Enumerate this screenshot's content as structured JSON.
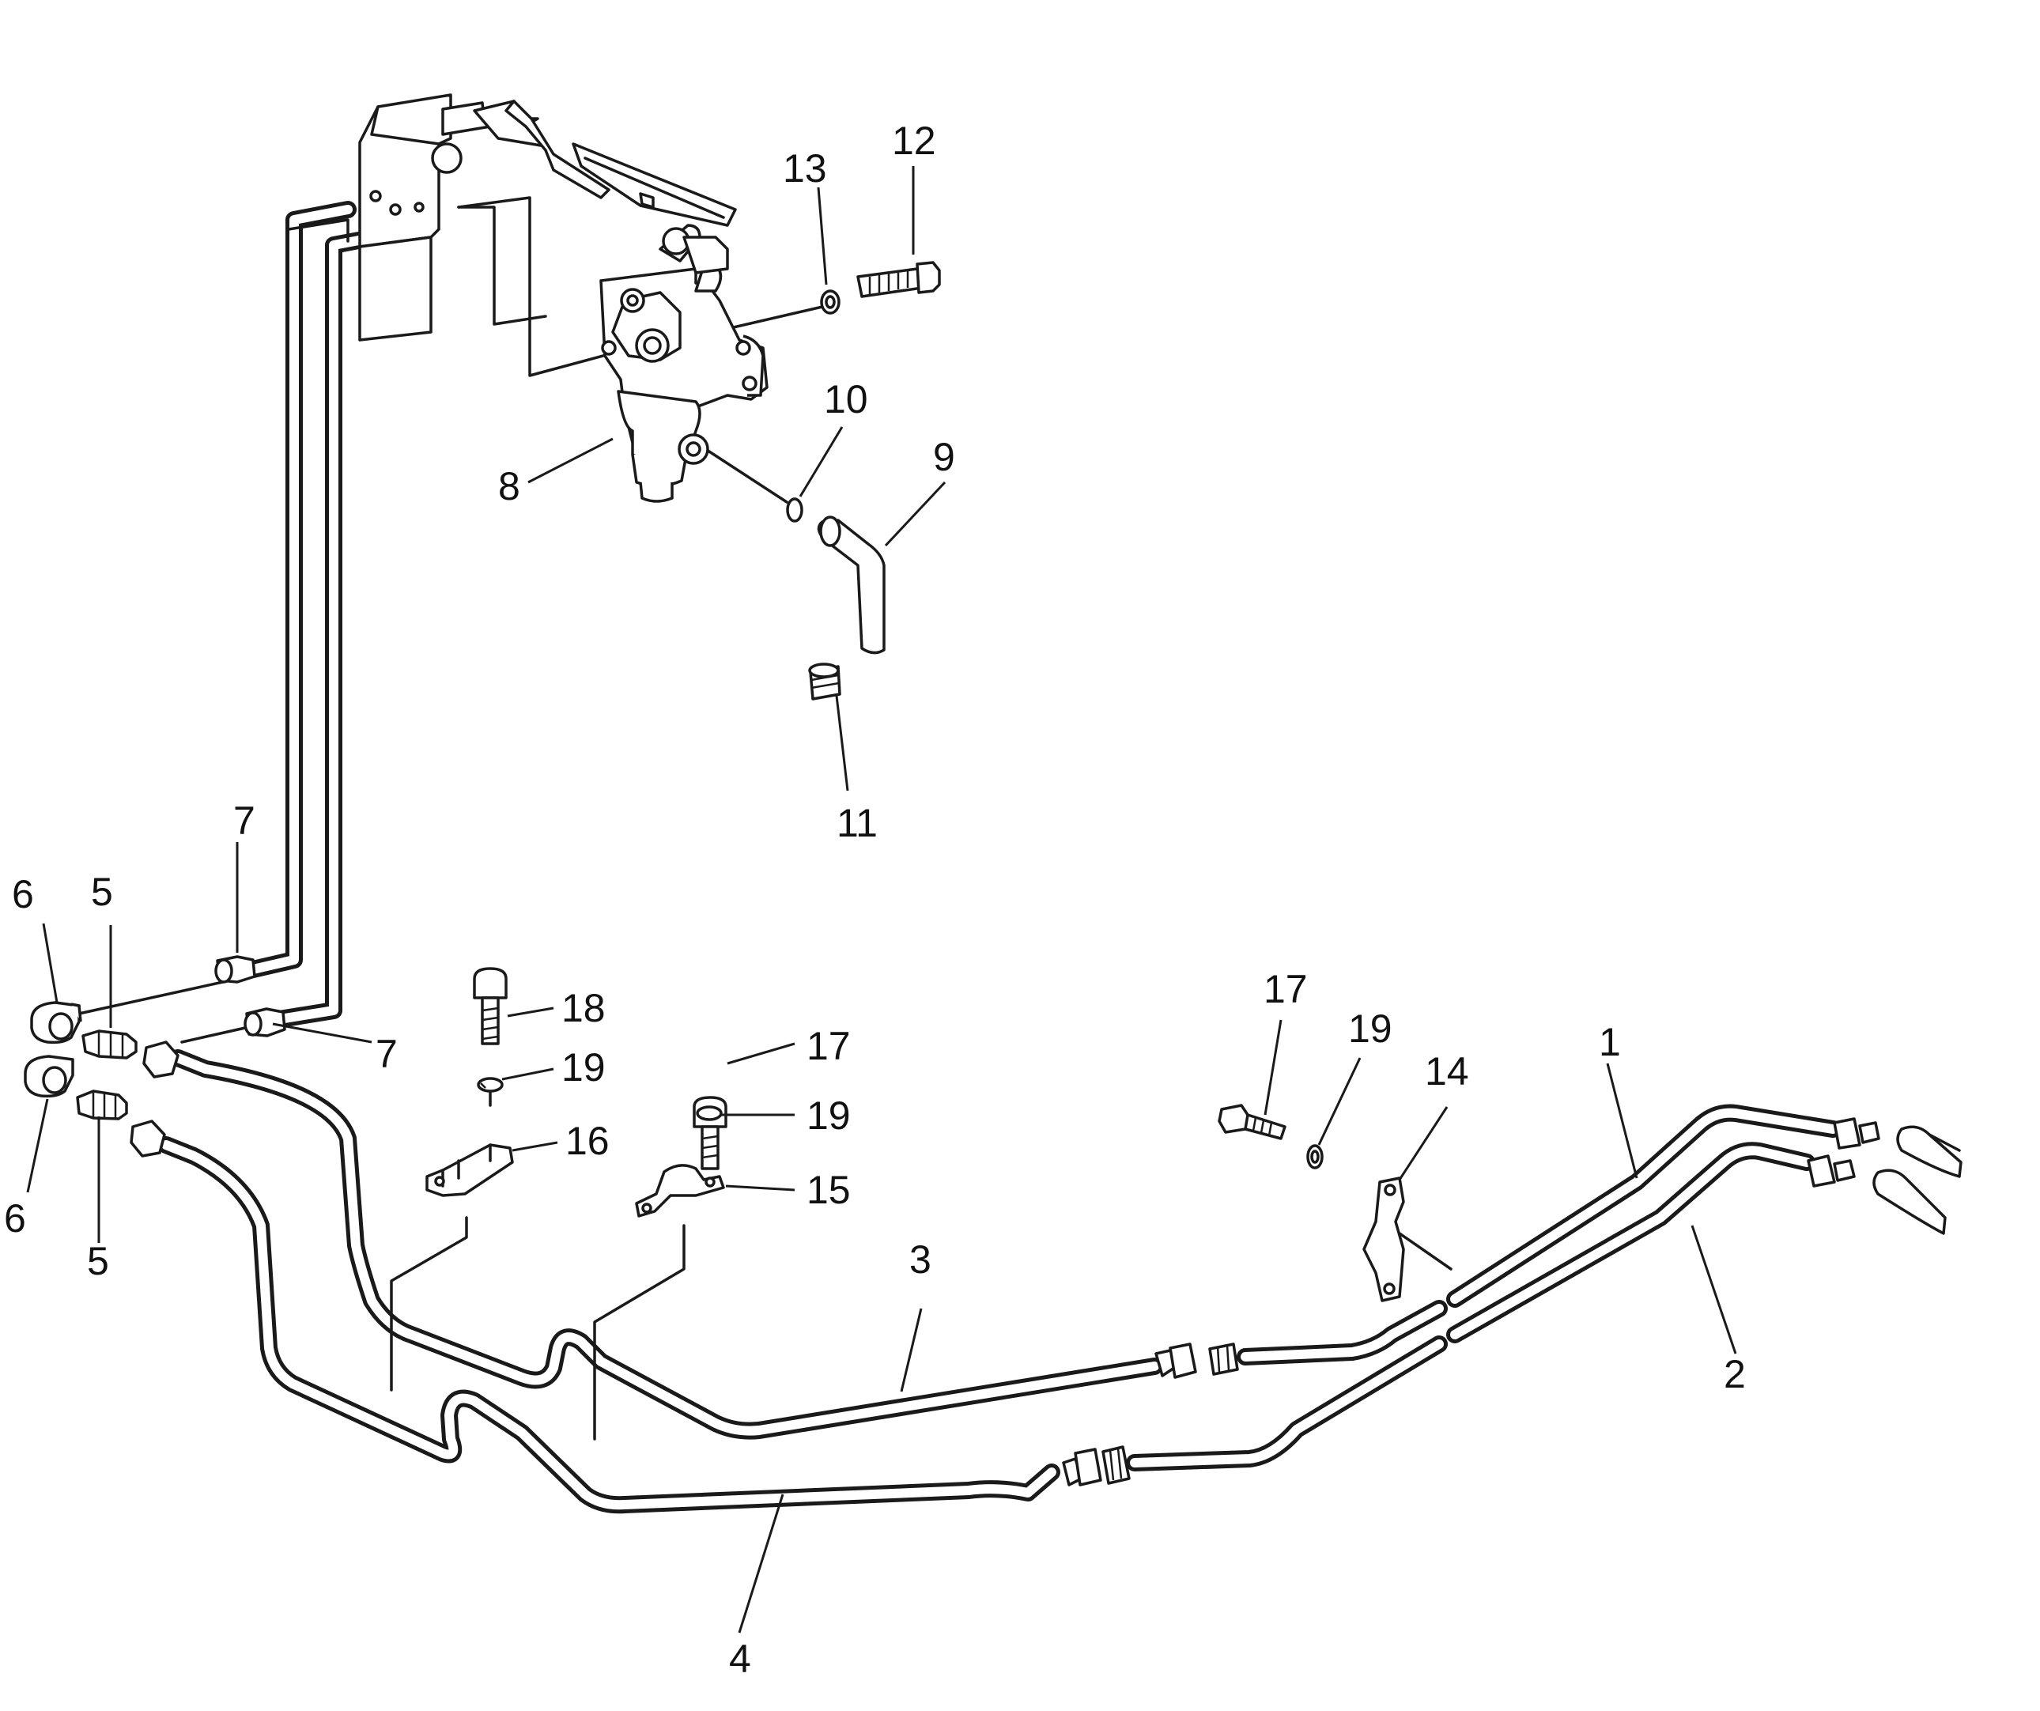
{
  "callouts": [
    {
      "id": "c12",
      "text": "12"
    },
    {
      "id": "c13",
      "text": "13"
    },
    {
      "id": "c10",
      "text": "10"
    },
    {
      "id": "c9",
      "text": "9"
    },
    {
      "id": "c8",
      "text": "8"
    },
    {
      "id": "c11",
      "text": "11"
    },
    {
      "id": "c7a",
      "text": "7"
    },
    {
      "id": "c7b",
      "text": "7"
    },
    {
      "id": "c6a",
      "text": "6"
    },
    {
      "id": "c6b",
      "text": "6"
    },
    {
      "id": "c5a",
      "text": "5"
    },
    {
      "id": "c5b",
      "text": "5"
    },
    {
      "id": "c18",
      "text": "18"
    },
    {
      "id": "c19a",
      "text": "19"
    },
    {
      "id": "c16",
      "text": "16"
    },
    {
      "id": "c17a",
      "text": "17"
    },
    {
      "id": "c19b",
      "text": "19"
    },
    {
      "id": "c15",
      "text": "15"
    },
    {
      "id": "c17b",
      "text": "17"
    },
    {
      "id": "c19c",
      "text": "19"
    },
    {
      "id": "c14",
      "text": "14"
    },
    {
      "id": "c1",
      "text": "1"
    },
    {
      "id": "c2",
      "text": "2"
    },
    {
      "id": "c3",
      "text": "3"
    },
    {
      "id": "c4",
      "text": "4"
    }
  ]
}
